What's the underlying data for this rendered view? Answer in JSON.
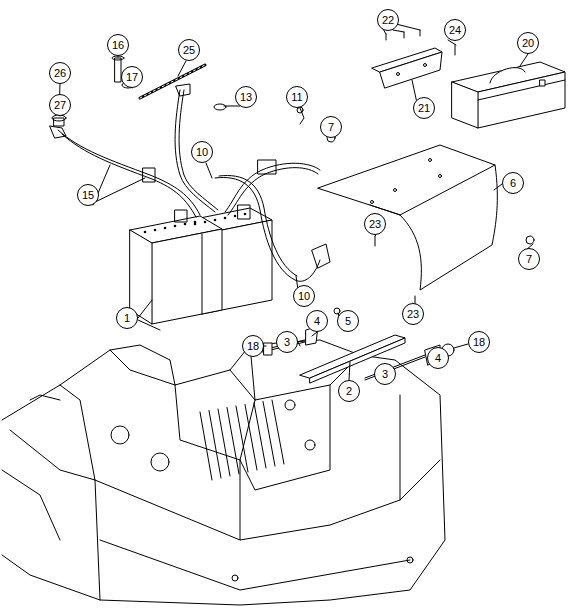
{
  "diagram": {
    "nodes": [
      {
        "text": [
          "22"
        ]
      },
      {
        "text": [
          "24"
        ]
      },
      {
        "text": [
          "16"
        ]
      },
      {
        "text": [
          "20"
        ]
      },
      {
        "text": [
          "25"
        ]
      },
      {
        "text": [
          "26"
        ]
      },
      {
        "text": [
          "17"
        ]
      },
      {
        "text": [
          "13"
        ]
      },
      {
        "text": [
          "11"
        ]
      },
      {
        "text": [
          "27"
        ]
      },
      {
        "text": [
          "21"
        ]
      },
      {
        "text": [
          "7"
        ]
      },
      {
        "text": [
          "10"
        ]
      },
      {
        "text": [
          "6"
        ]
      },
      {
        "text": [
          "15"
        ]
      },
      {
        "text": [
          "23"
        ]
      },
      {
        "text": [
          "7"
        ]
      },
      {
        "text": [
          "10"
        ]
      },
      {
        "text": [
          "1"
        ]
      },
      {
        "text": [
          "23"
        ]
      },
      {
        "text": [
          "4"
        ]
      },
      {
        "text": [
          "5"
        ]
      },
      {
        "text": [
          "18"
        ]
      },
      {
        "text": [
          "3"
        ]
      },
      {
        "text": [
          "18"
        ]
      },
      {
        "text": [
          "4"
        ]
      },
      {
        "text": [
          "3"
        ]
      },
      {
        "text": [
          "2"
        ]
      }
    ]
  }
}
